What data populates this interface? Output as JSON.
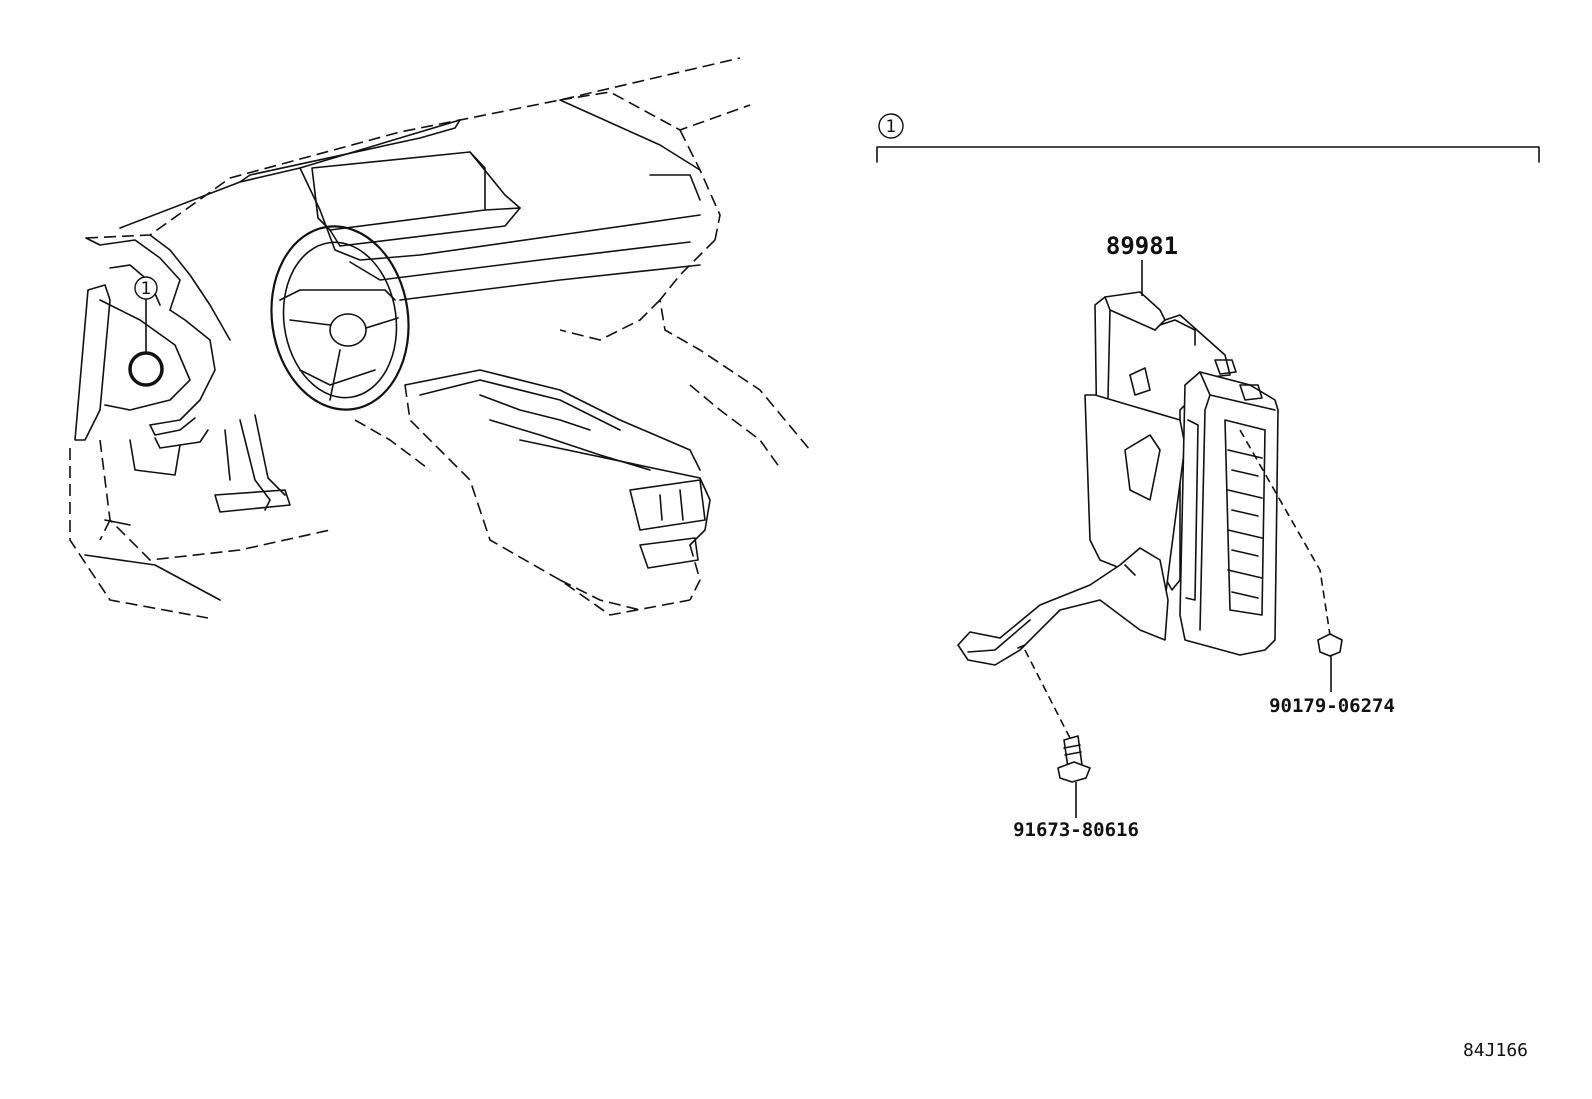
{
  "callouts": {
    "group_marker": "1",
    "location_marker": "1"
  },
  "parts": {
    "ecu": "89981",
    "clip": "90179-06274",
    "bolt": "91673-80616"
  },
  "reference_code": "84J166"
}
